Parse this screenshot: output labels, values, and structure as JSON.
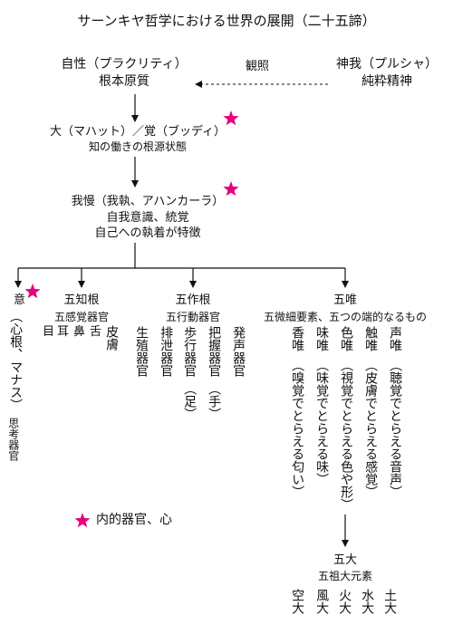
{
  "title": "サーンキヤ哲学における世界の展開（二十五諦）",
  "prakriti": {
    "line1": "自性（プラクリティ）",
    "line2": "根本原質"
  },
  "purusha": {
    "line1": "神我（プルシャ）",
    "line2": "純粋精神"
  },
  "relation_label": "観照",
  "mahat": {
    "line1": "大（マハット）／覚（ブッディ）",
    "line2": "知の働きの根源状態"
  },
  "ahamkara": {
    "line1": "我慢（我執、アハンカーラ）",
    "line2": "自我意識、統覚",
    "line3": "自己への執着が特徴"
  },
  "manas": {
    "name": "意",
    "paren": "（心根、マナス）",
    "sub": "思考器官"
  },
  "jnanendriya": {
    "name": "五知根",
    "sub": "五感覚器官",
    "items": [
      "目",
      "耳",
      "鼻",
      "舌",
      "皮膚"
    ]
  },
  "karmendriya": {
    "name": "五作根",
    "sub": "五行動器官",
    "items": [
      {
        "main": "生殖器官",
        "note": ""
      },
      {
        "main": "排泄器官",
        "note": ""
      },
      {
        "main": "歩行器官",
        "note": "（足）"
      },
      {
        "main": "把握器官",
        "note": "（手）"
      },
      {
        "main": "発声器官",
        "note": ""
      }
    ]
  },
  "tanmatra": {
    "name": "五唯",
    "sub": "五微細要素、五つの端的なるもの",
    "items": [
      {
        "main": "香唯",
        "note": "（嗅覚でとらえる匂い）"
      },
      {
        "main": "味唯",
        "note": "（味覚でとらえる味）"
      },
      {
        "main": "色唯",
        "note": "（視覚でとらえる色や形）"
      },
      {
        "main": "触唯",
        "note": "（皮膚でとらえる感覚）"
      },
      {
        "main": "声唯",
        "note": "（聴覚でとらえる音声）"
      }
    ]
  },
  "mahabhuta": {
    "name": "五大",
    "sub": "五祖大元素",
    "items": [
      "空大",
      "風大",
      "火大",
      "水大",
      "土大"
    ]
  },
  "legend": {
    "label": "内的器官、心"
  },
  "colors": {
    "star": "#e6007e",
    "line": "#111111"
  }
}
